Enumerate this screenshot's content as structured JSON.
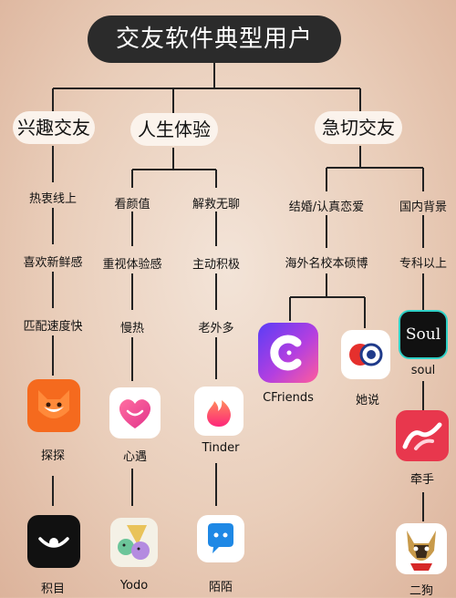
{
  "title": "交友软件典型用户",
  "categories": {
    "interest": "兴趣交友",
    "life": "人生体验",
    "urgent": "急切交友"
  },
  "labels": {
    "fervent": "热衷线上",
    "novelty": "喜欢新鲜感",
    "match_speed": "匹配速度快",
    "looks": "看颜值",
    "experience": "重视体验感",
    "slow_warm": "慢热",
    "boredom": "解救无聊",
    "proactive": "主动积极",
    "foreigners": "老外多",
    "marriage": "结婚/认真恋爱",
    "overseas_edu": "海外名校本硕博",
    "domestic_bg": "国内背景",
    "college_plus": "专科以上"
  },
  "apps": {
    "tantan": "探探",
    "jimu": "积目",
    "xinyu": "心遇",
    "yodo": "Yodo",
    "tinder": "Tinder",
    "momo": "陌陌",
    "cfriends": "CFriends",
    "tashuo": "她说",
    "soul": "soul",
    "soul_logo_text": "Soul",
    "qianshou": "牵手",
    "ergou": "二狗"
  },
  "colors": {
    "title_bg": "#2b2b2b",
    "category_bg": "#fbf3ec",
    "line": "#222222",
    "tantan": "#f56a1e",
    "tinder": "#ff5a5f",
    "momo": "#1e88e5",
    "cfriends": "#7b3ff2",
    "soul": "#2fd1c7",
    "qianshou": "#e8374d"
  }
}
